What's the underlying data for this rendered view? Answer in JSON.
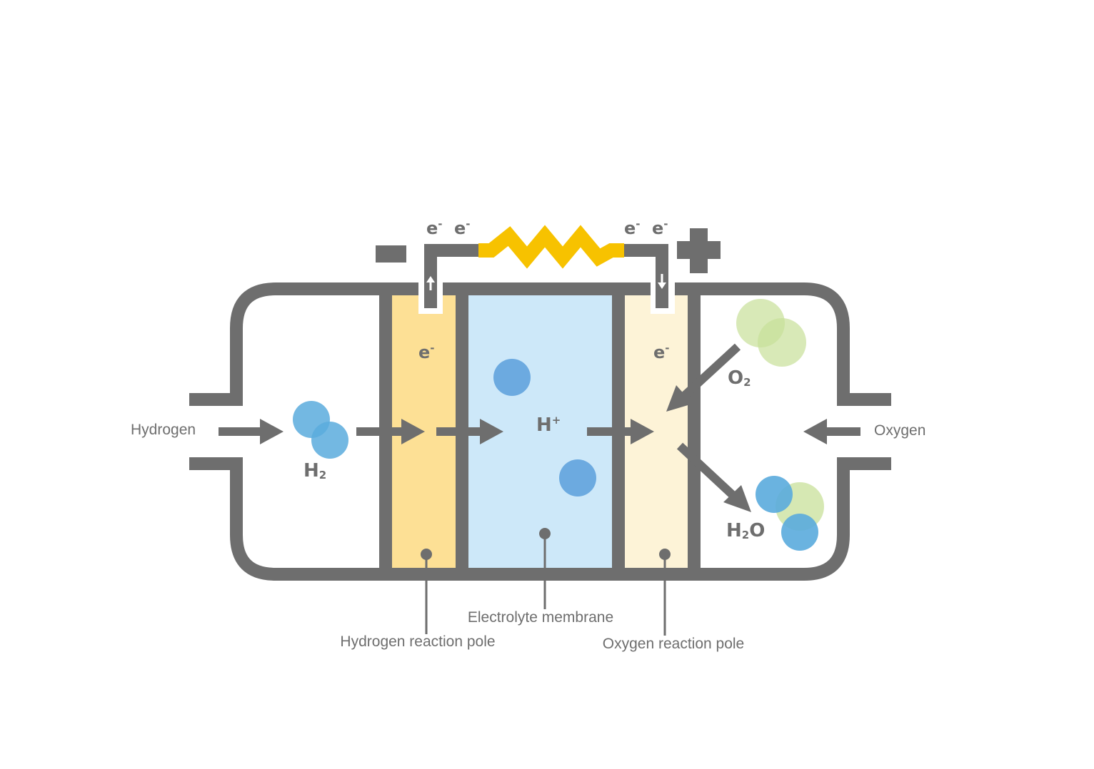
{
  "colors": {
    "frame": "#6e6e6e",
    "anode_fill": "#fde095",
    "membrane_fill": "#cde8f9",
    "cathode_fill": "#fdf3d7",
    "load_resistor": "#f7c200",
    "hydrogen_molecule": "#5aabdd",
    "hydrogen_ion": "#5a9fdc",
    "oxygen_molecule": "#c8e099"
  },
  "labels": {
    "hydrogen_inlet": "Hydrogen",
    "oxygen_inlet": "Oxygen",
    "electrolyte_membrane": "Electrolyte membrane",
    "hydrogen_reaction_pole": "Hydrogen reaction pole",
    "oxygen_reaction_pole": "Oxygen reaction pole"
  },
  "species": {
    "h2": {
      "base": "H",
      "subscript": "2"
    },
    "h_plus": {
      "base": "H",
      "superscript": "+"
    },
    "o2": {
      "base": "O",
      "subscript": "2"
    },
    "h2o": {
      "base": "H",
      "subscript": "2",
      "tail": "O"
    },
    "electron": {
      "base": "e",
      "superscript": "-"
    }
  },
  "terminals": {
    "negative": "minus-sign",
    "positive": "plus-sign"
  }
}
